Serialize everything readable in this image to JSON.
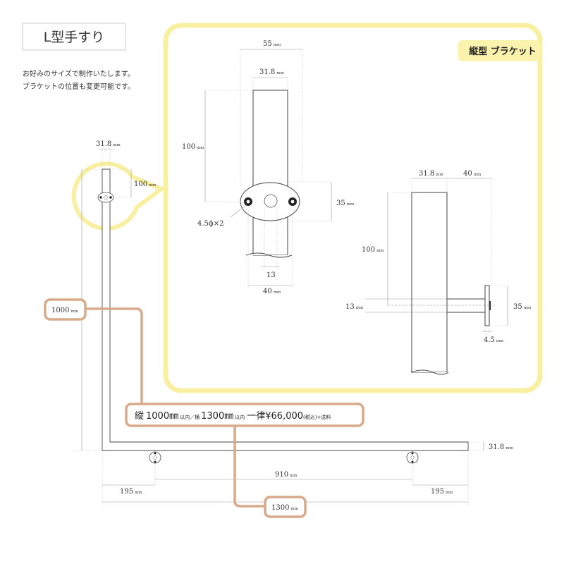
{
  "title": "L型手すり",
  "notes": [
    "お好みのサイズで制作いたします。",
    "ブラケットの位置も変更可能です。"
  ],
  "detail_label": "縦型 ブラケット",
  "price": {
    "tate_label": "縦",
    "tate_value": "1000",
    "yoko_prefix": "以内／横",
    "yoko_value": "1300",
    "suffix_unit": "以内",
    "ichiritsu": "一律",
    "amount": "¥66,000",
    "tax": "(税込)",
    "shipping": "+送料"
  },
  "units": {
    "mm": "mm",
    "mm_square": "㎜"
  },
  "main": {
    "pipe_dia": "31.8",
    "bracket_from_top": "100",
    "height": "1000",
    "pipe_dia_side": "31.8",
    "bracket_span": "910",
    "left_offset": "195",
    "right_offset": "195",
    "length": "1300"
  },
  "front": {
    "plate_width": "55",
    "pipe_dia": "31.8",
    "from_top": "100",
    "plate_height": "35",
    "screw": "4.5ϕ×2",
    "center_gap": "13",
    "hole_span": "40"
  },
  "side": {
    "pipe_dia": "31.8",
    "depth": "40",
    "from_top": "100",
    "center": "13",
    "plate_height": "35",
    "plate_thick": "4.5"
  }
}
